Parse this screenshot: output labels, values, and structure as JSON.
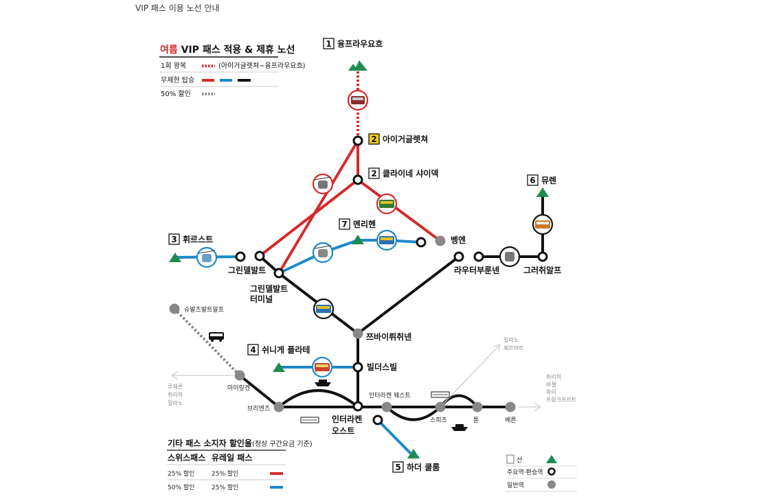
{
  "page_title": "VIP 패스 이용 노선 안내",
  "legend": {
    "title_highlight": "여름",
    "title_rest": " VIP 패스 적용 & 제휴 노선",
    "rows": [
      {
        "label": "1회 왕복",
        "note": "(아이거글렛쳐~융프라우요흐)"
      },
      {
        "label": "무제한 탑승",
        "note": ""
      },
      {
        "label": "50% 할인",
        "note": ""
      }
    ]
  },
  "stations": {
    "s1": {
      "num": "1",
      "name": "융프라우요흐"
    },
    "s2a": {
      "num": "2",
      "name": "아이거글렛쳐"
    },
    "s2b": {
      "num": "2",
      "name": "클라이네 샤이덱"
    },
    "s3": {
      "num": "3",
      "name": "휘르스트"
    },
    "s4": {
      "num": "4",
      "name": "쉬니게 플라테"
    },
    "s5": {
      "num": "5",
      "name": "하더 쿨룸"
    },
    "s6": {
      "num": "6",
      "name": "뮤렌"
    },
    "s7": {
      "num": "7",
      "name": "멘리헨"
    },
    "grindelwald": "그린델발트",
    "grindelwald_terminal_1": "그린델발트",
    "grindelwald_terminal_2": "터미널",
    "wengen": "벵엔",
    "lauterbrunnen": "라우터부룬넨",
    "gruetschalp": "그러취알프",
    "zweiluetschinen": "쯔바이뤼취넨",
    "wilderswil": "빌더스빌",
    "interlaken_ost_1": "인터라켄",
    "interlaken_ost_2": "오스트",
    "interlaken_west": "인터라켄 웨스트",
    "schynige_alp": "슈발츠발트알프",
    "meiringen": "마이링겐",
    "brienz": "브리엔츠",
    "spiez": "스피츠",
    "thun": "툰",
    "bern": "베른"
  },
  "directions": {
    "left": [
      "루체른",
      "취리히",
      "밀라노"
    ],
    "upright": [
      "밀라노",
      "체르마트"
    ],
    "right": [
      "취리히",
      "바젤",
      "파리",
      "프랑크프르트"
    ]
  },
  "discount": {
    "title": "기타 패스 소지자 할인율",
    "title_note": "(정상 구간요금 기준)",
    "headers": [
      "스위스패스",
      "유레일 패스"
    ],
    "rows": [
      {
        "swiss": "25% 할인",
        "eurail": "25% 할인",
        "color": "#d42a2a"
      },
      {
        "swiss": "50% 할인",
        "eurail": "25% 할인",
        "color": "#1e88c8"
      }
    ]
  },
  "key": {
    "mountain_label": "산",
    "major_label": "주요역·환승역",
    "normal_label": "일반역"
  },
  "colors": {
    "red": "#d42a2a",
    "blue": "#1e88c8",
    "black": "#111111",
    "green": "#1e8c50",
    "gray": "#888888"
  }
}
